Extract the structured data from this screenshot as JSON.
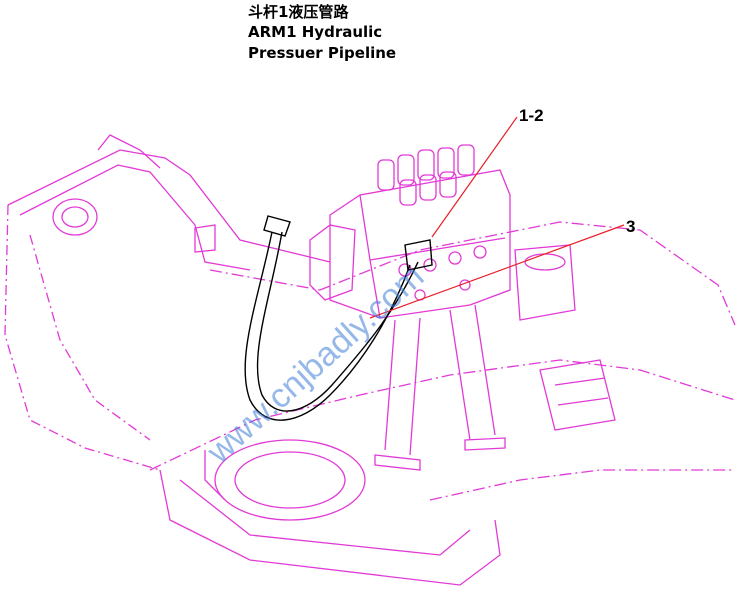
{
  "title": {
    "chinese": "斗杆1液压管路",
    "english_line1": "ARM1  Hydraulic",
    "english_line2": "Pressuer Pipeline"
  },
  "callouts": [
    {
      "label": "1-2"
    },
    {
      "label": "3"
    }
  ],
  "watermark": "www.cnjbadly.com",
  "colors": {
    "outline": "#e23ad6",
    "leader": "#e8202a",
    "watermark": "#3f7fd8",
    "text": "#000000"
  }
}
